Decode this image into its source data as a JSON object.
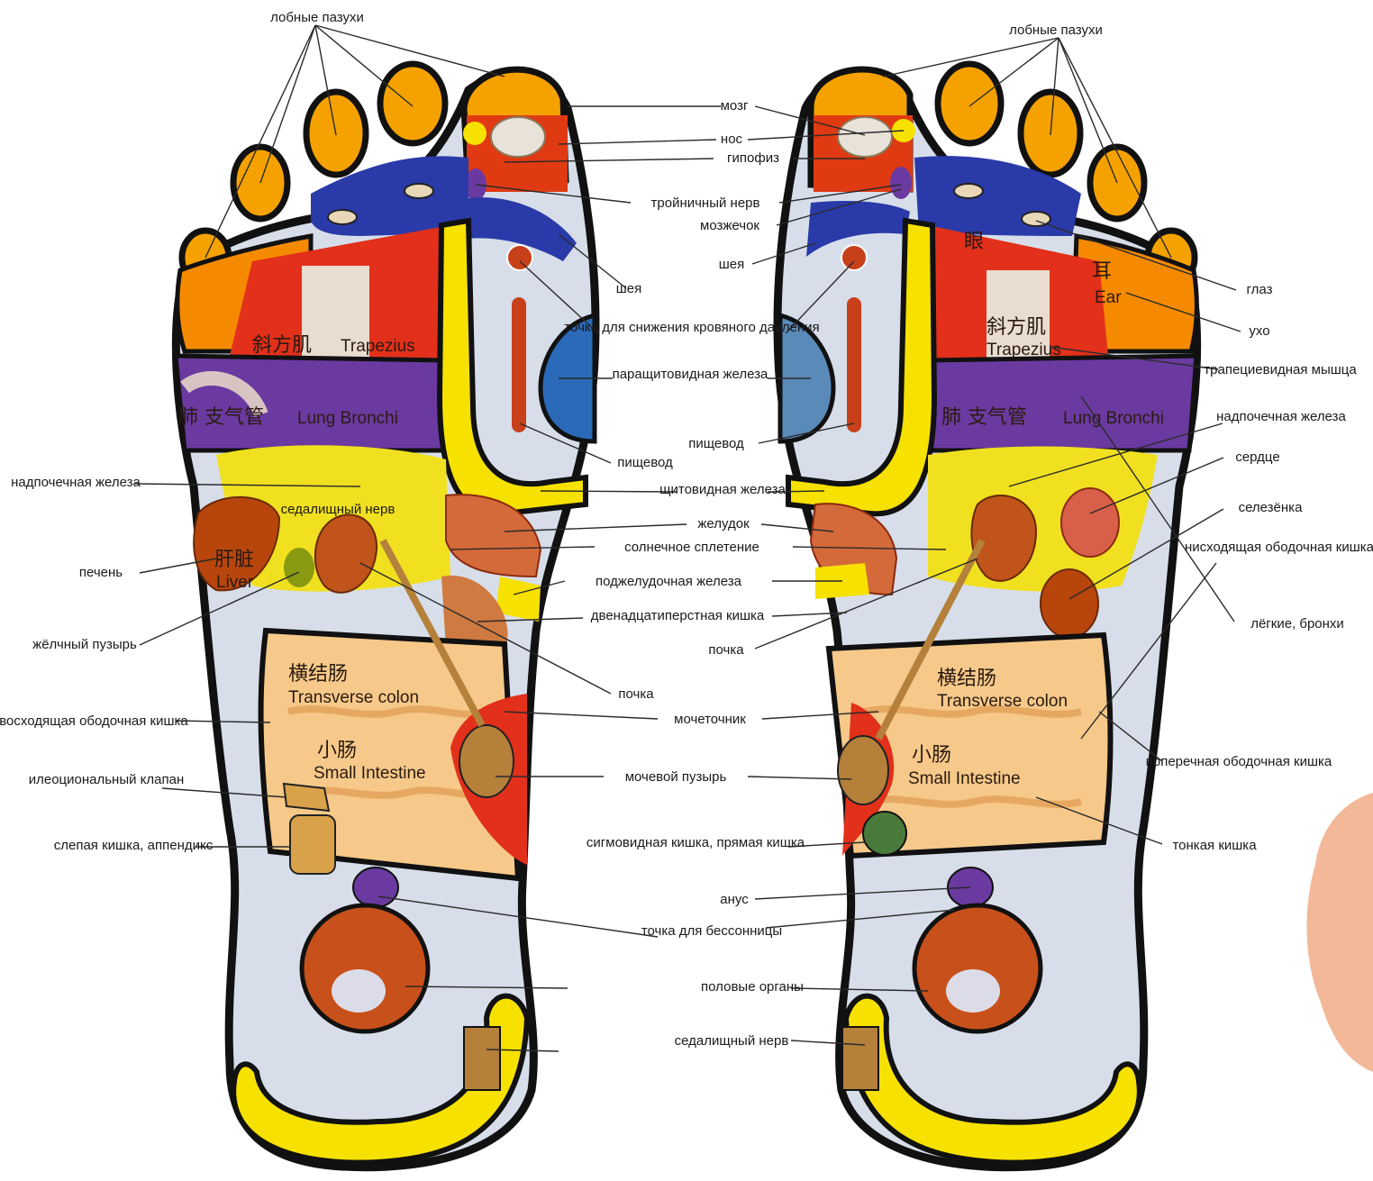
{
  "colors": {
    "sinus": "#f5a200",
    "brain": "#e03a12",
    "blue": "#2a3aa8",
    "yellow": "#f6e100",
    "red": "#e2301a",
    "purple": "#6a3aa0",
    "colon": "#f6c98a",
    "bone": "#cfd8e8"
  },
  "labels": {
    "left": {
      "frontal_sinuses": "лобные пазухи",
      "adrenal": "надпочечная железа",
      "sciatic_inner": "седалищный нерв",
      "liver": "печень",
      "gallbladder": "жёлчный пузырь",
      "ascending_colon": "восходящая ободочная кишка",
      "ileocecal_valve": "илеоциональный клапан",
      "cecum": "слепая кишка, аппендикс"
    },
    "center": {
      "brain": "мозг",
      "nose": "нос",
      "pituitary": "гипофиз",
      "trigeminal": "тройничный нерв",
      "cerebellum": "мозжечок",
      "neck_left": "шея",
      "neck_right": "шея",
      "bp_point": "точка для снижения кровяного давления",
      "parathyroid": "паращитовидная железа",
      "esophagus_right": "пищевод",
      "esophagus_left": "пищевод",
      "thyroid": "щитовидная железа",
      "stomach": "желудок",
      "solar_plexus": "солнечное сплетение",
      "pancreas": "поджелудочная железа",
      "duodenum": "двенадцатиперстная кишка",
      "kidney_upper": "почка",
      "kidney_lower": "почка",
      "ureter": "мочеточник",
      "bladder": "мочевой пузырь",
      "sigmoid": "сигмовидная кишка, прямая кишка",
      "anus": "анус",
      "insomnia": "точка для бессонницы",
      "genitals": "половые органы",
      "sciatic": "седалищный нерв"
    },
    "right": {
      "frontal_sinuses": "лобные пазухи",
      "eye": "глаз",
      "ear": "ухо",
      "trapezius": "трапециевидная мышца",
      "adrenal": "надпочечная железа",
      "heart": "сердце",
      "spleen": "селезёнка",
      "descending_colon": "нисходящая ободочная кишка",
      "lungs": "лёгкие, бронхи",
      "transverse_colon": "поперечная ободочная кишка",
      "small_intestine": "тонкая кишка"
    }
  },
  "foot_text": {
    "trapezius_cn": "斜方肌",
    "trapezius_en": "Trapezius",
    "lung_cn": "肺 支气管",
    "lung_en": "Lung Bronchi",
    "liver_cn": "肝脏",
    "liver_en": "Liver",
    "colon_cn": "横结肠",
    "colon_en": "Transverse colon",
    "si_cn": "小肠",
    "si_en": "Small Intestine",
    "eye_cn": "眼",
    "ear_cn": "耳",
    "ear_en": "Ear"
  }
}
